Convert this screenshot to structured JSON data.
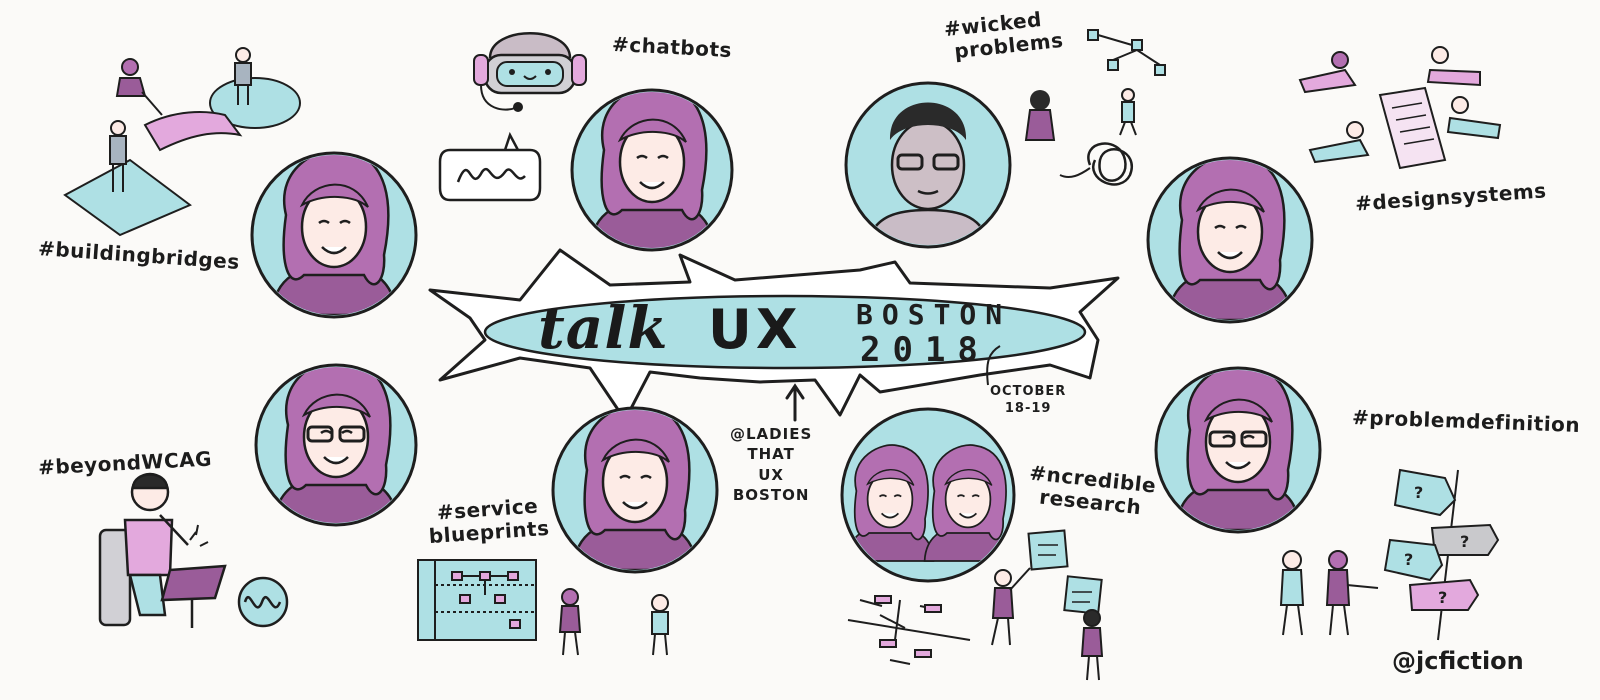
{
  "title": {
    "line1": "talk",
    "line2": "UX",
    "city": "BOSTON",
    "year": "2018"
  },
  "dates": {
    "month": "OCTOBER",
    "days": "18-19"
  },
  "organizer": [
    "@LADIES",
    "THAT",
    "UX",
    "BOSTON"
  ],
  "hashtags": {
    "building_bridges": "#buildingbridges",
    "chatbots": "#chatbots",
    "wicked_problems": [
      "#wicked",
      "problems"
    ],
    "design_systems": "#designsystems",
    "beyond_wcag": "#beyondWCAG",
    "service_blueprints": [
      "#service",
      "blueprints"
    ],
    "incredible_research": [
      "#ncredible",
      "research"
    ],
    "problem_definition": "#problemdefinition"
  },
  "credit": "@jcfiction",
  "colors": {
    "portrait_bg": "#aee0e4",
    "hair": "#b36fb1",
    "shirt": "#9a5c99",
    "skin": "#fdebe6",
    "outline": "#1e1e1e",
    "banner": "#aee0e4",
    "paper": "#fbfaf8",
    "accent_pink": "#e3a9dd"
  },
  "icons": [
    "robot-headset-icon",
    "chat-bubble-icon",
    "bridge-icon",
    "flowchart-icon",
    "tangle-icon",
    "document-icon",
    "microphone-icon",
    "waveform-icon",
    "blueprint-icon",
    "sticky-notes-icon",
    "signpost-icon"
  ]
}
